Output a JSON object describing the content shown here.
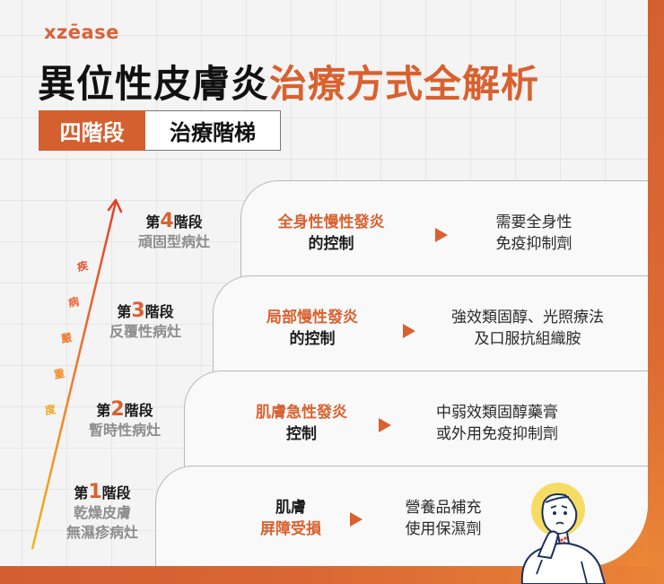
{
  "brand": {
    "logo": "xzēase",
    "accent": "#d9612f"
  },
  "title": {
    "main": "異位性皮膚炎",
    "accent": "治療方式全解析"
  },
  "subtitle": {
    "tag_a": "四階段",
    "tag_b": "治療階梯"
  },
  "severity_axis": {
    "chars": [
      "疾",
      "病",
      "嚴",
      "重",
      "度"
    ],
    "icon": "arrow-up-icon"
  },
  "steps": [
    {
      "prefix": "第",
      "num": "4",
      "suffix": "階段",
      "desc": [
        "頑固型病灶"
      ],
      "condition": [
        {
          "text": "全身性慢性發炎",
          "accent": true
        },
        {
          "text": "的控制",
          "accent": false
        }
      ],
      "treatment": [
        "需要全身性",
        "免疫抑制劑"
      ]
    },
    {
      "prefix": "第",
      "num": "3",
      "suffix": "階段",
      "desc": [
        "反覆性病灶"
      ],
      "condition": [
        {
          "text": "局部慢性發炎",
          "accent": true
        },
        {
          "text": "的控制",
          "accent": false
        }
      ],
      "treatment": [
        "強效類固醇、光照療法",
        "及口服抗組織胺"
      ]
    },
    {
      "prefix": "第",
      "num": "2",
      "suffix": "階段",
      "desc": [
        "暫時性病灶"
      ],
      "condition": [
        {
          "text": "肌膚急性發炎",
          "accent": true
        },
        {
          "text": "控制",
          "accent": false
        }
      ],
      "treatment": [
        "中弱效類固醇藥膏",
        "或外用免疫抑制劑"
      ]
    },
    {
      "prefix": "第",
      "num": "1",
      "suffix": "階段",
      "desc": [
        "乾燥皮膚",
        "無濕疹病灶"
      ],
      "condition": [
        {
          "text": "肌膚",
          "accent": false
        },
        {
          "text": "屏障受損",
          "accent": true
        }
      ],
      "treatment": [
        "營養品補充",
        "使用保濕劑"
      ]
    }
  ]
}
